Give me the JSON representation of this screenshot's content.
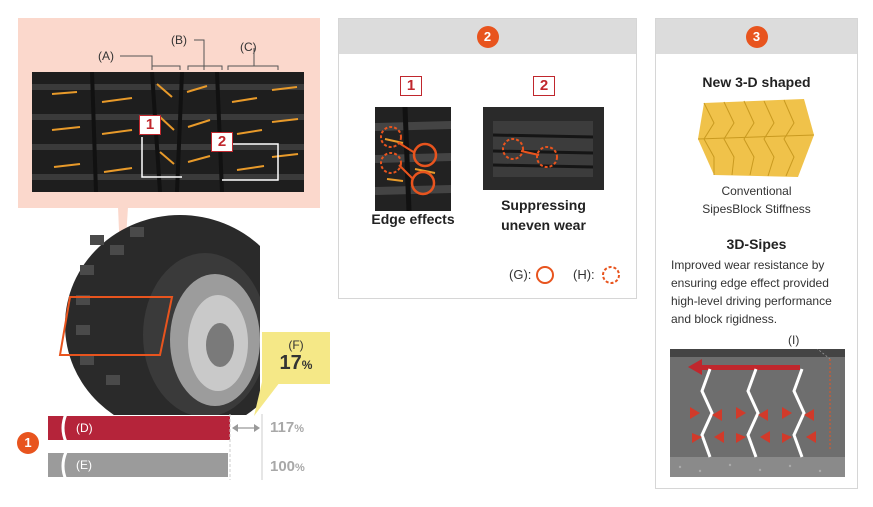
{
  "panel1": {
    "number": "1",
    "labels": {
      "a": "(A)",
      "b": "(B)",
      "c": "(C)"
    },
    "markers": [
      "1",
      "2"
    ],
    "callout": {
      "label": "(F)",
      "value": "17",
      "unit": "%"
    },
    "bars": [
      {
        "label": "(D)",
        "value": "117",
        "unit": "%",
        "color": "#b5243a"
      },
      {
        "label": "(E)",
        "value": "100",
        "unit": "%",
        "color": "#9b9b9b"
      }
    ]
  },
  "panel2": {
    "number": "2",
    "items": [
      {
        "marker": "1",
        "caption": "Edge effects"
      },
      {
        "marker": "2",
        "caption_line1": "Suppressing",
        "caption_line2": "uneven wear"
      }
    ],
    "legend": {
      "g": "(G):",
      "h": "(H):"
    }
  },
  "panel3": {
    "number": "3",
    "title": "New 3-D shaped",
    "conventional_line1": "Conventional",
    "conventional_line2": "SipesBlock Stiffness",
    "subtitle": "3D-Sipes",
    "desc_lines": [
      "Improved wear resistance by",
      "ensuring edge effect provided",
      "high-level driving performance",
      "and block rigidness."
    ],
    "i_label": "(I)"
  },
  "colors": {
    "accent": "#e8541e",
    "red": "#c0272d",
    "bar_d": "#b5243a",
    "bar_e": "#9b9b9b",
    "callout": "#f5e887"
  }
}
